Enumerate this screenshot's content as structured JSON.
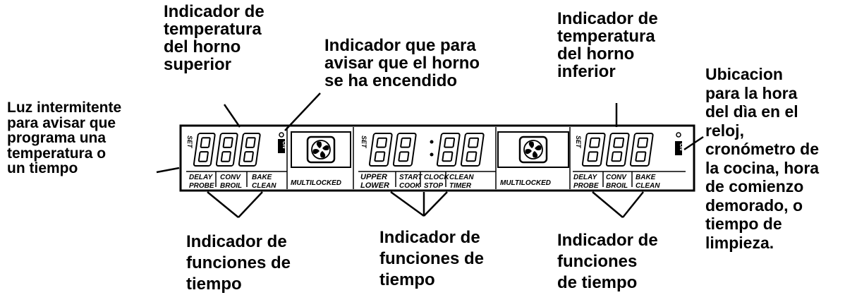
{
  "callouts": {
    "upper_temp": [
      "Indicador de",
      "temperatura",
      "del horno",
      "superior"
    ],
    "oven_on": [
      "Indicador que para",
      "avisar que el horno",
      "se ha encendido"
    ],
    "lower_temp": [
      "Indicador de",
      "temperatura",
      "del horno",
      "inferior"
    ],
    "clock_location": [
      "Ubicacion",
      "para la hora",
      "del dìa en el",
      "reloj,",
      "cronómetro de",
      "la cocina, hora",
      "de comienzo",
      "demorado, o",
      "tiempo de",
      "limpieza."
    ],
    "blinking_light": [
      "Luz intermitente",
      "para avisar que",
      "programa una",
      "temperatura o",
      "un tiempo"
    ],
    "func_left": [
      "Indicador de",
      "funciones de",
      "tiempo"
    ],
    "func_middle": [
      "Indicador de",
      "funciones de",
      "tiempo"
    ],
    "func_right": [
      "Indicador de",
      "funciones",
      "de tiempo"
    ]
  },
  "panel": {
    "set_label": "SET",
    "on_label": "ON",
    "upper": {
      "digits": "888",
      "left_top": "DELAY",
      "left_bottom": "PROBE",
      "mid_top": "CONV",
      "mid_bottom": "BROIL",
      "right_top": "BAKE",
      "right_bottom": "CLEAN"
    },
    "multilocked_left": "MULTILOCKED",
    "clock": {
      "digits_left": "88",
      "colon": ":",
      "digits_right": "88",
      "labels": [
        [
          "UPPER",
          "LOWER"
        ],
        [
          "START",
          "COOK"
        ],
        [
          "CLOCK",
          "STOP"
        ],
        [
          "CLEAN",
          "TIMER"
        ]
      ]
    },
    "multilocked_right": "MULTILOCKED",
    "lower": {
      "digits": "888",
      "left_top": "DELAY",
      "left_bottom": "PROBE",
      "mid_top": "CONV",
      "mid_bottom": "BROIL",
      "right_top": "BAKE",
      "right_bottom": "CLEAN"
    }
  },
  "icons": [
    "fan-icon",
    "oven-on-indicator-icon",
    "seven-segment-digit-icon"
  ]
}
